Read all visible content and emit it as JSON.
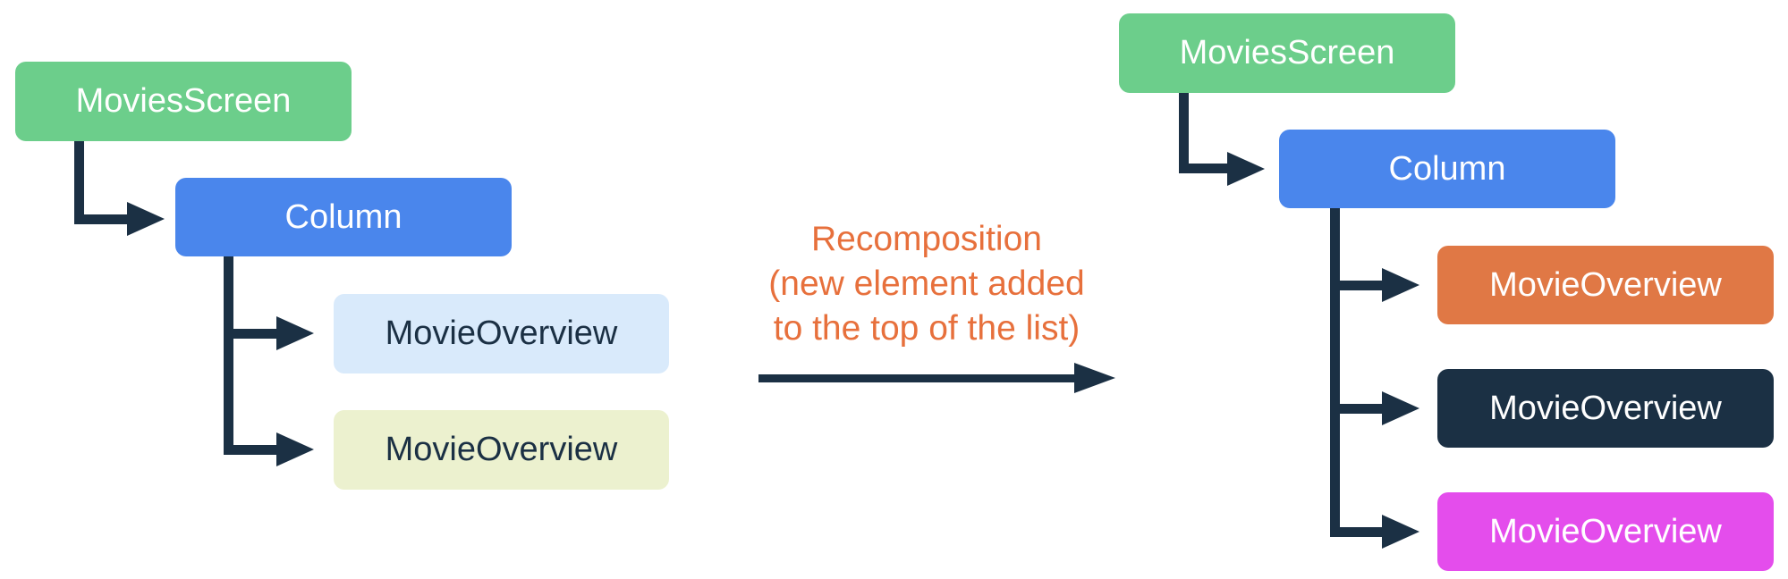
{
  "connector_color": "#1b3044",
  "annotation": {
    "line1": "Recomposition",
    "line2": "(new element added",
    "line3": "to the top of the list)",
    "color": "#e7703c"
  },
  "left_tree": {
    "root": {
      "label": "MoviesScreen",
      "bg": "#6cce8b",
      "fg": "#ffffff"
    },
    "column": {
      "label": "Column",
      "bg": "#4a86ec",
      "fg": "#ffffff"
    },
    "children": [
      {
        "label": "MovieOverview",
        "bg": "#d9eafb",
        "fg": "#1b3044"
      },
      {
        "label": "MovieOverview",
        "bg": "#ecf1cf",
        "fg": "#1b3044"
      }
    ]
  },
  "right_tree": {
    "root": {
      "label": "MoviesScreen",
      "bg": "#6cce8b",
      "fg": "#ffffff"
    },
    "column": {
      "label": "Column",
      "bg": "#4a86ec",
      "fg": "#ffffff"
    },
    "children": [
      {
        "label": "MovieOverview",
        "bg": "#e07845",
        "fg": "#ffffff"
      },
      {
        "label": "MovieOverview",
        "bg": "#1b3044",
        "fg": "#ffffff"
      },
      {
        "label": "MovieOverview",
        "bg": "#e44dec",
        "fg": "#ffffff"
      }
    ]
  }
}
